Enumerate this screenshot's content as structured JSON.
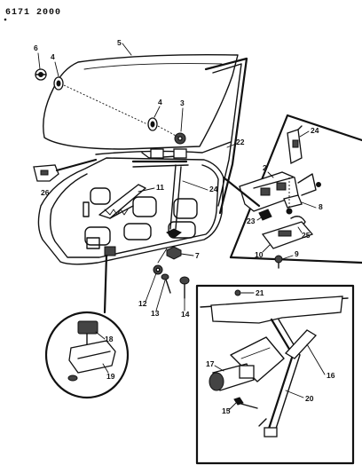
{
  "header": {
    "code": "6171 2000"
  },
  "callouts": {
    "c2": "2",
    "c3": "3",
    "c4a": "4",
    "c4b": "4",
    "c5": "5",
    "c6": "6",
    "c7": "7",
    "c8": "8",
    "c9": "9",
    "c10": "10",
    "c11": "11",
    "c12": "12",
    "c13": "13",
    "c14": "14",
    "c15": "15",
    "c16": "16",
    "c17": "17",
    "c18": "18",
    "c19": "19",
    "c20": "20",
    "c21": "21",
    "c22": "22",
    "c23": "23",
    "c24a": "24",
    "c24b": "24",
    "c25": "25",
    "c26": "26"
  }
}
